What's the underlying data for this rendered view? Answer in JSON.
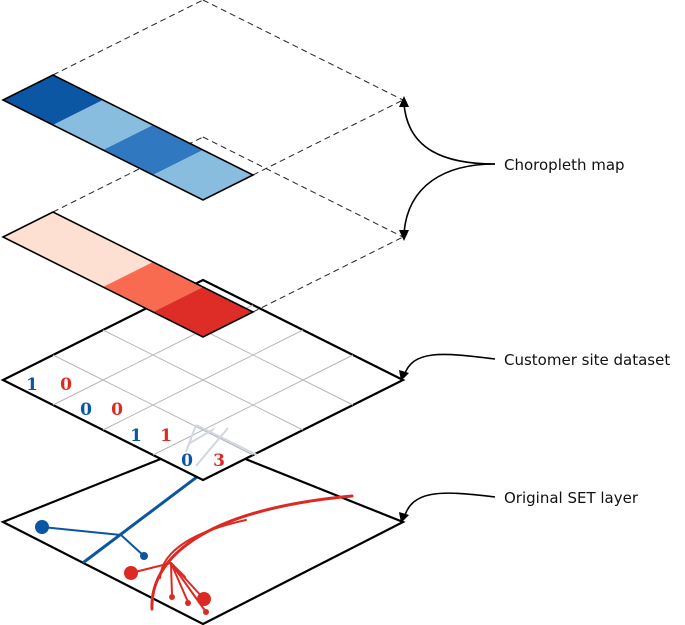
{
  "colors": {
    "outline": "#000000",
    "grid": "#b5b5b5",
    "dashed": "#222222",
    "blue_dark": "#0b57a3",
    "blue_mid": "#3079c0",
    "blue_light": "#89bddf",
    "red_pale": "#fde0d2",
    "red_mid": "#f96b50",
    "red_dark": "#de2c26",
    "network_blue": "#0b56a0",
    "network_red": "#dc2a22",
    "number_blue": "#0b56a0",
    "number_red": "#dc2a22"
  },
  "layers": {
    "choropleth": {
      "label": "Choropleth map",
      "blue_cells": [
        "blue_dark",
        "blue_light",
        "blue_mid",
        "blue_light"
      ],
      "red_cells": [
        "red_pale",
        "red_pale",
        "red_mid",
        "red_dark"
      ]
    },
    "customer_sites": {
      "label": "Customer site dataset",
      "cell_counts": [
        {
          "blue": "1",
          "red": "0"
        },
        {
          "blue": "0",
          "red": "0"
        },
        {
          "blue": "1",
          "red": "1"
        },
        {
          "blue": "0",
          "red": "3"
        }
      ]
    },
    "set_layer": {
      "label": "Original SET layer",
      "icons": [
        "blue-network-icon",
        "red-network-icon"
      ]
    }
  }
}
